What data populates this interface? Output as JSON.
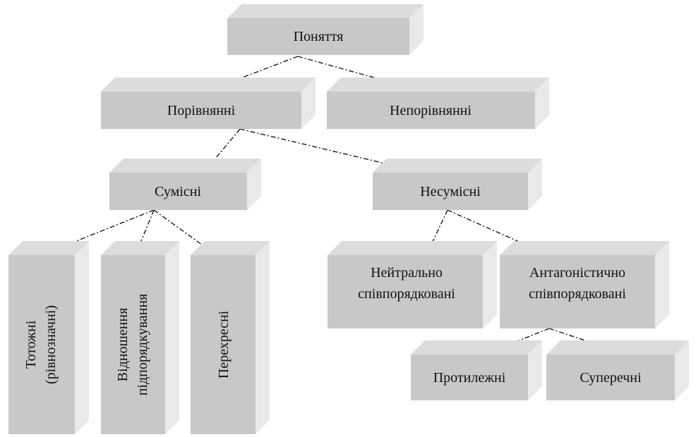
{
  "diagram": {
    "root": {
      "label": "Поняття"
    },
    "comparable": {
      "label": "Порівнянні"
    },
    "incomparable": {
      "label": "Непорівнянні"
    },
    "compatible": {
      "label": "Сумісні"
    },
    "incompatible": {
      "label": "Несумісні"
    },
    "identical": {
      "line1": "Тотожні",
      "line2": "(рівнозначні)"
    },
    "subordination": {
      "line1": "Відношення",
      "line2": "підпорядкування"
    },
    "intersecting": {
      "label": "Перехресні"
    },
    "neutral": {
      "line1": "Нейтрально",
      "line2": "співпорядковані"
    },
    "antagonistic": {
      "line1": "Антагоністично",
      "line2": "співпорядковані"
    },
    "opposite": {
      "label": "Протилежні"
    },
    "contradictory": {
      "label": "Суперечні"
    }
  },
  "colors": {
    "box_front": "#c8c8c8",
    "box_top": "#dcdcdc",
    "box_side": "#e9e9e9",
    "connector": "#1a1a1a",
    "text": "#111111"
  }
}
